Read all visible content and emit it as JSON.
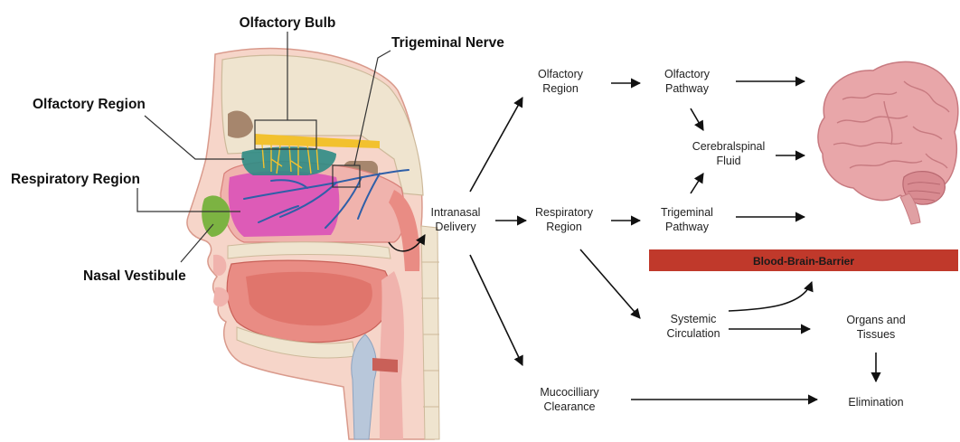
{
  "anatomy_labels": {
    "olfactory_bulb": "Olfactory Bulb",
    "trigeminal_nerve": "Trigeminal Nerve",
    "olfactory_region": "Olfactory Region",
    "respiratory_region": "Respiratory Region",
    "nasal_vestibule": "Nasal Vestibule"
  },
  "flow": {
    "intranasal": [
      "Intranasal",
      "Delivery"
    ],
    "olfactory_region": [
      "Olfactory",
      "Region"
    ],
    "olfactory_pathway": [
      "Olfactory",
      "Pathway"
    ],
    "csf": [
      "Cerebralspinal",
      "Fluid"
    ],
    "respiratory_region": [
      "Respiratory",
      "Region"
    ],
    "trigeminal_pathway": [
      "Trigeminal",
      "Pathway"
    ],
    "bbb": "Blood-Brain-Barrier",
    "systemic": [
      "Systemic",
      "Circulation"
    ],
    "organs": [
      "Organs and",
      "Tissues"
    ],
    "mucociliary": [
      "Mucocilliary",
      "Clearance"
    ],
    "elimination": "Elimination"
  },
  "colors": {
    "bbb_bar": "#c0392b",
    "olfactory_region": "#2e8b84",
    "respiratory_region": "#d94fb8",
    "nasal_vestibule": "#7cb342",
    "nerve": "#f2c12e",
    "trigeminal": "#2f5fa8",
    "tissue": "#e9a29a",
    "brain": "#e8a6a9"
  },
  "icons": [
    "head-cross-section",
    "brain-illustration",
    "arrow"
  ]
}
